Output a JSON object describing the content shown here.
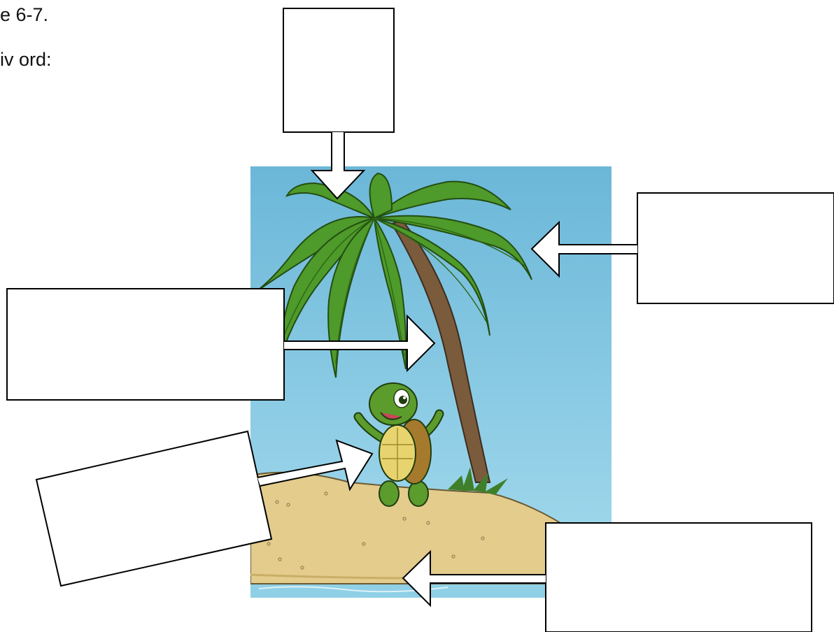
{
  "page": {
    "background": "#ffffff",
    "texts": {
      "line1": "e 6-7.",
      "line2": "iv ord:"
    }
  },
  "illustration": {
    "subject": "palm-tree-island-turtle",
    "colors": {
      "sky_top": "#6bb7d8",
      "sky_bottom": "#a6dcee",
      "sand": "#e3cc8c",
      "water": "#8fd0e6",
      "leaf": "#4e9a2a",
      "trunk": "#7a5b3c",
      "turtle_skin": "#5b9c2c",
      "shell_plate": "#e8d46e"
    }
  },
  "labels": {
    "count": 5,
    "border_color": "#000000",
    "fill_color": "#ffffff",
    "items": [
      {
        "id": "top",
        "arrow": "down"
      },
      {
        "id": "right",
        "arrow": "left"
      },
      {
        "id": "left",
        "arrow": "right"
      },
      {
        "id": "bottom-left",
        "arrow": "right-up"
      },
      {
        "id": "bottom-right",
        "arrow": "left"
      }
    ]
  }
}
